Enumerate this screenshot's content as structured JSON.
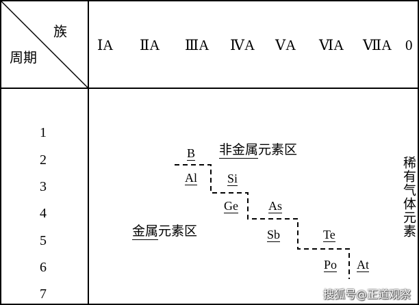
{
  "header": {
    "corner_group_label": "族",
    "corner_period_label": "周期",
    "groups": [
      "ⅠA",
      "ⅡA",
      "ⅢA",
      "ⅣA",
      "ⅤA",
      "ⅥA",
      "ⅦA",
      "0"
    ]
  },
  "periods": [
    "1",
    "2",
    "3",
    "4",
    "5",
    "6",
    "7"
  ],
  "elements": {
    "B": "B",
    "Al": "Al",
    "Si": "Si",
    "Ge": "Ge",
    "As": "As",
    "Sb": "Sb",
    "Te": "Te",
    "Po": "Po",
    "At": "At"
  },
  "regions": {
    "nonmetal_underlined": "非金属",
    "nonmetal_rest": "元素区",
    "metal_underlined": "金属",
    "metal_rest": "元素区",
    "noble_gas": "稀有气体元素"
  },
  "watermark": "搜狐号@正道观察"
}
